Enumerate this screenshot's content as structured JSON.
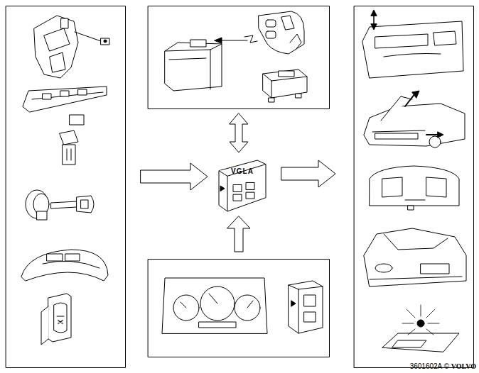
{
  "diagram": {
    "nodes": [
      {
        "text": [
          "VGLA"
        ]
      }
    ],
    "labels": [
      "3601602A",
      "©",
      "VOLVO"
    ]
  }
}
